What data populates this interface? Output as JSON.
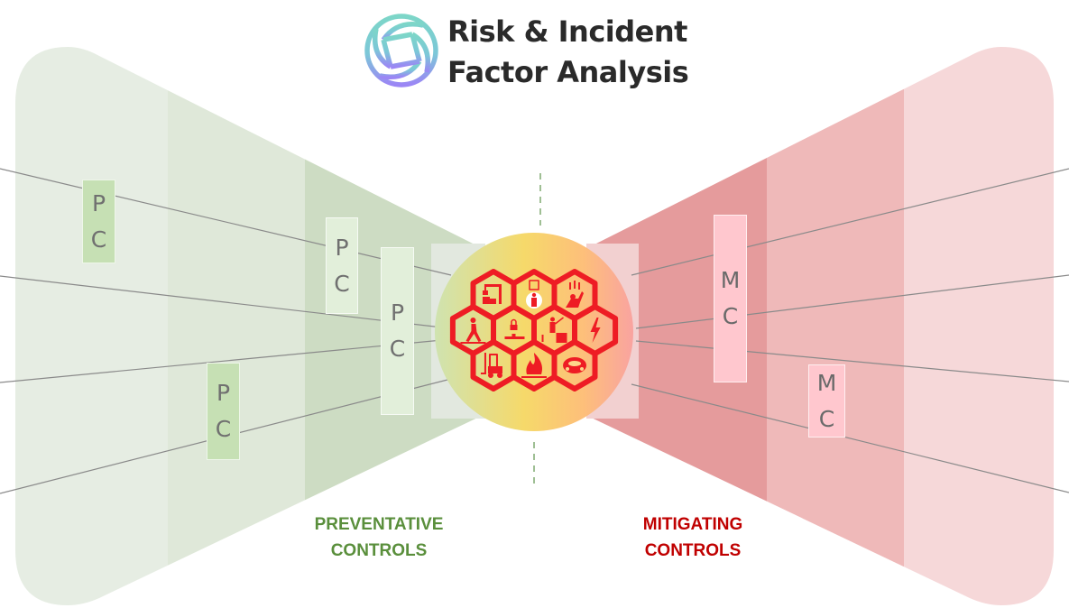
{
  "header": {
    "logo_icon": "aperture-logo-icon",
    "title_line1": "Risk & Incident",
    "title_line2": "Factor Analysis"
  },
  "colors": {
    "preventative_label": "#5a8f3c",
    "mitigating_label": "#c00000",
    "hazard_red": "#ee1c24",
    "logo_top": "#7dd6c8",
    "logo_bottom": "#9b86f5"
  },
  "left_side": {
    "label_line1": "PREVENTATIVE",
    "label_line2": "CONTROLS",
    "controls": [
      {
        "letter1": "P",
        "letter2": "C"
      },
      {
        "letter1": "P",
        "letter2": "C"
      },
      {
        "letter1": "P",
        "letter2": "C"
      },
      {
        "letter1": "P",
        "letter2": "C"
      }
    ]
  },
  "right_side": {
    "label_line1": "MITIGATING",
    "label_line2": "CONTROLS",
    "controls": [
      {
        "letter1": "M",
        "letter2": "C"
      },
      {
        "letter1": "M",
        "letter2": "C"
      }
    ]
  },
  "center": {
    "hazard_icons": [
      "crane-load-icon",
      "worker-checklist-icon",
      "falling-objects-icon",
      "walking-trip-icon",
      "lockout-valve-icon",
      "fall-from-height-icon",
      "electric-shock-icon",
      "forklift-icon",
      "fire-icon",
      "vehicle-icon"
    ]
  }
}
